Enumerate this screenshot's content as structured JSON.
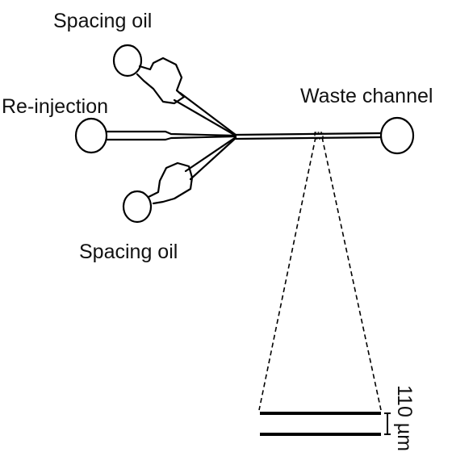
{
  "labels": {
    "spacing_oil_top": "Spacing oil",
    "reinjection": "Re-injection",
    "waste_channel": "Waste channel",
    "spacing_oil_bottom": "Spacing oil",
    "scale_bar": "110 µm"
  },
  "colors": {
    "stroke": "#000000",
    "text": "#111111",
    "background": "#ffffff"
  }
}
